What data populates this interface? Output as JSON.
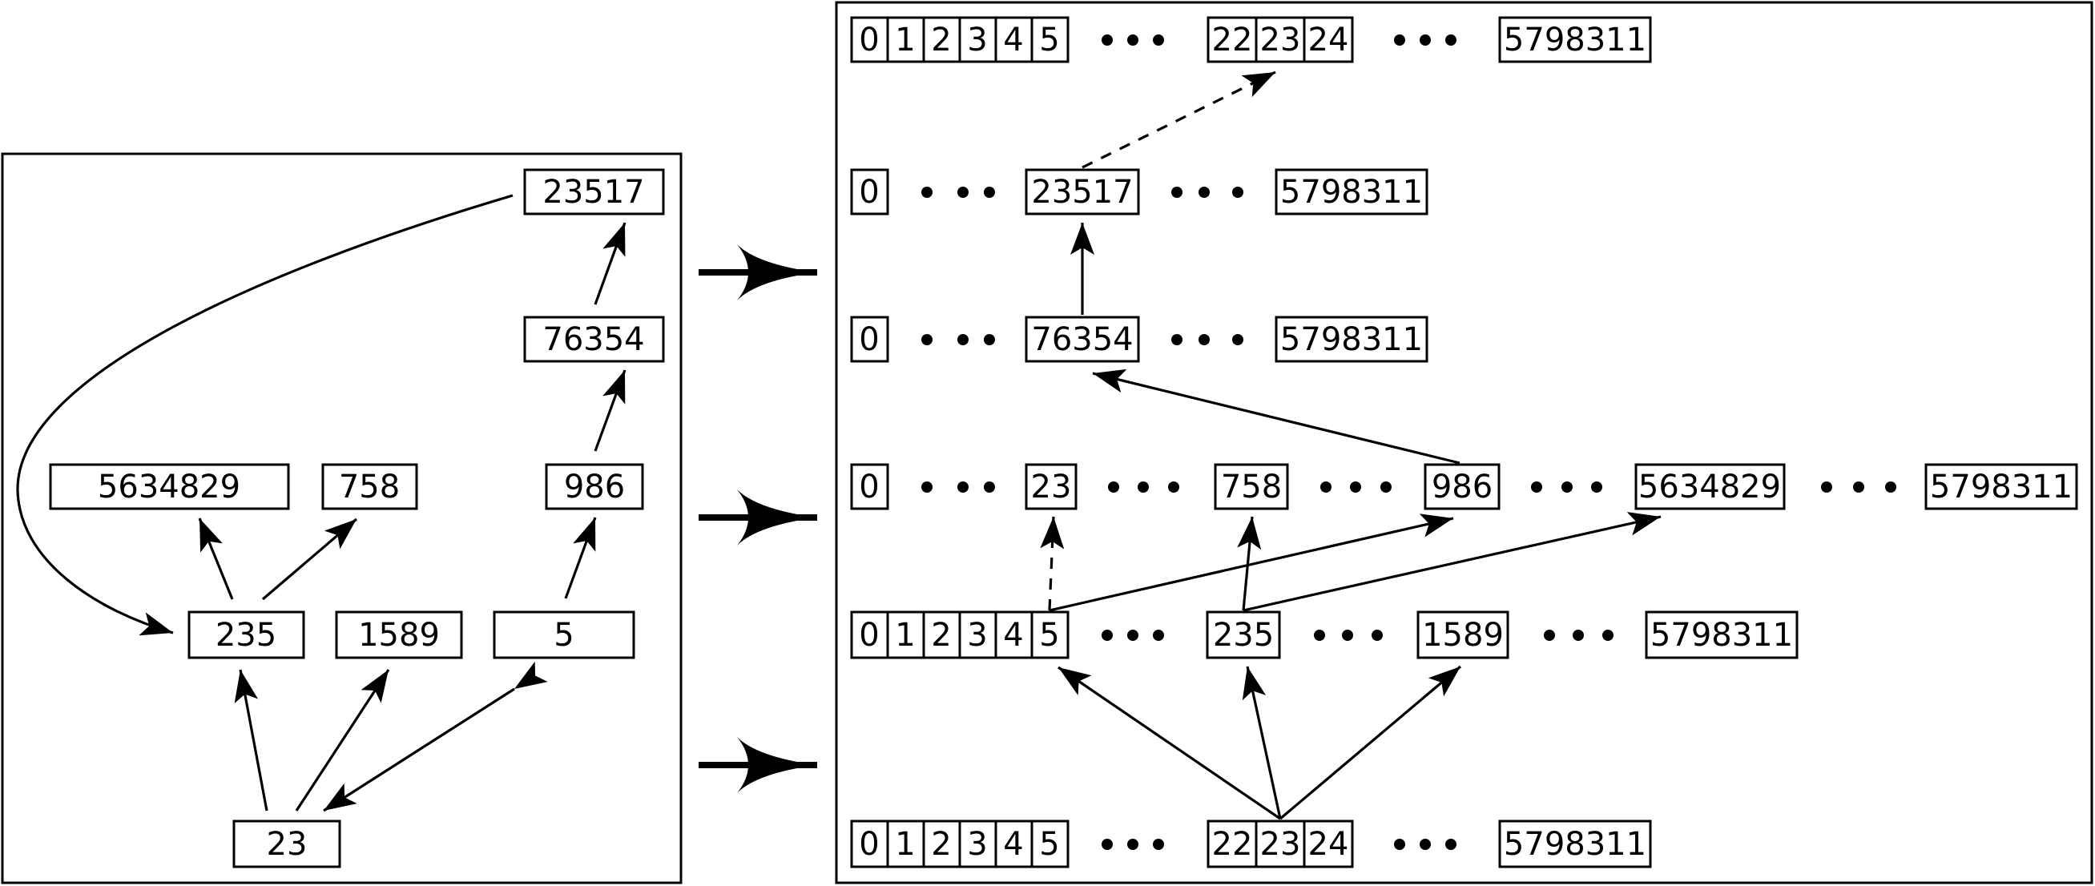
{
  "left_graph": {
    "nodes": {
      "n23517": "23517",
      "n76354": "76354",
      "n5634829": "5634829",
      "n758": "758",
      "n986": "986",
      "n235": "235",
      "n1589": "1589",
      "n5": "5",
      "n23": "23"
    }
  },
  "right_layers": {
    "row0": [
      "0",
      "1",
      "2",
      "3",
      "4",
      "5",
      "22",
      "23",
      "24",
      "5798311"
    ],
    "row1": [
      "0",
      "23517",
      "5798311"
    ],
    "row2": [
      "0",
      "76354",
      "5798311"
    ],
    "row3": [
      "0",
      "23",
      "758",
      "986",
      "5634829",
      "5798311"
    ],
    "row4": [
      "0",
      "1",
      "2",
      "3",
      "4",
      "5",
      "235",
      "1589",
      "5798311"
    ],
    "row5": [
      "0",
      "1",
      "2",
      "3",
      "4",
      "5",
      "22",
      "23",
      "24",
      "5798311"
    ]
  }
}
